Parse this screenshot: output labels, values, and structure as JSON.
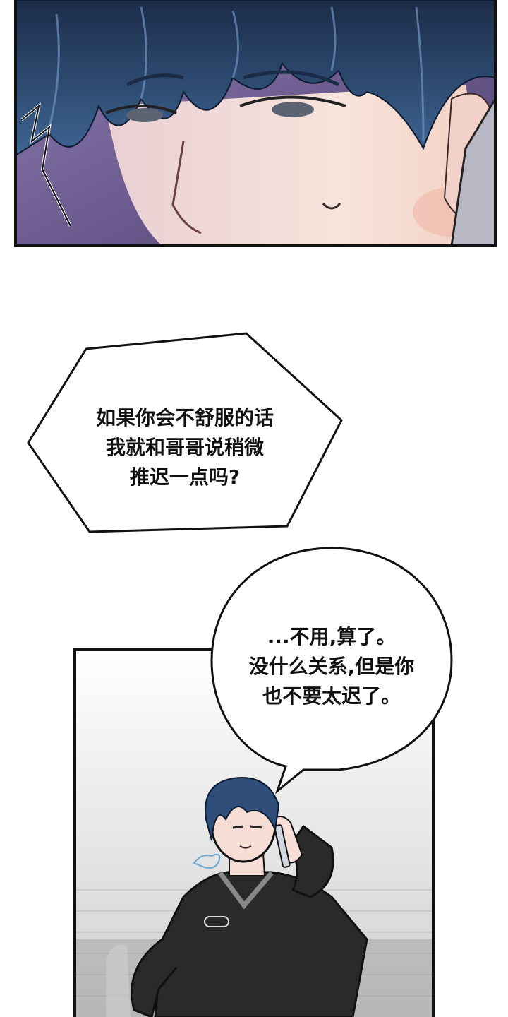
{
  "panels": [
    {
      "id": "panel-1",
      "label": ""
    },
    {
      "id": "panel-2",
      "label": ""
    }
  ],
  "dialogue": {
    "hex_bubble": {
      "lines": [
        "如果你会不舒服的话",
        "我就和哥哥说稍微",
        "推迟一点吗?"
      ]
    },
    "round_bubble": {
      "lines": [
        "...不用,算了。",
        "没什么关系,但是你",
        "也不要太迟了。"
      ]
    }
  },
  "colors": {
    "hair": "#2f4f7a",
    "hair_dark": "#1c2f4f",
    "skin": "#f6ddd6",
    "shirt": "#2a2a2a",
    "background_purple": "#6a5a8c",
    "outline": "#111111"
  }
}
